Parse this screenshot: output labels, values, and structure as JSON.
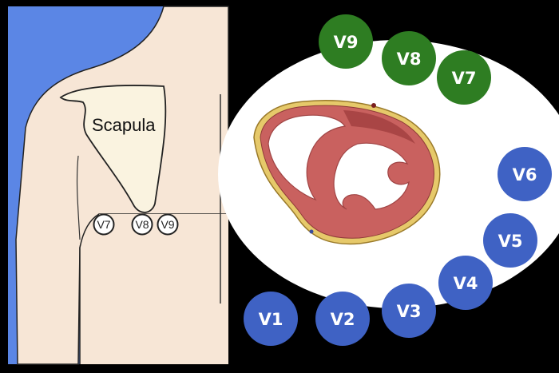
{
  "back_panel": {
    "scapula_label": "Scapula",
    "back_electrodes": [
      "V7",
      "V8",
      "V9"
    ]
  },
  "electrodes": {
    "V9": "V9",
    "V8": "V8",
    "V7": "V7",
    "V6": "V6",
    "V5": "V5",
    "V4": "V4",
    "V3": "V3",
    "V2": "V2",
    "V1": "V1"
  },
  "colors": {
    "background": "#000000",
    "posterior_lead": "#2e7d22",
    "chest_lead": "#3f62c4",
    "skin": "#f7e6d6",
    "back_bg": "#5b86e5",
    "myocardium": "#c9615f"
  }
}
